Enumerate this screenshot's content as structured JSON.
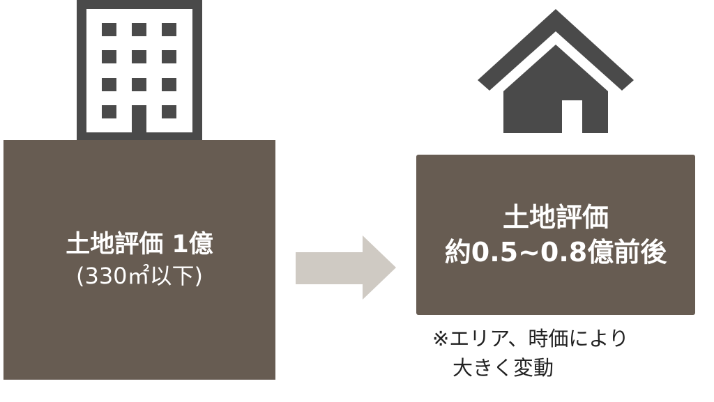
{
  "colors": {
    "box": "#675c52",
    "icon": "#4a4a4a",
    "arrow": "#cfcac3"
  },
  "left": {
    "icon": "building-icon",
    "line1": "土地評価 1億",
    "line2": "(330㎡以下)"
  },
  "arrow": {
    "icon": "arrow-right-icon"
  },
  "right": {
    "icon": "house-icon",
    "line1": "土地評価",
    "line2": "約0.5~0.8億前後"
  },
  "note": {
    "line1": "※エリア、時価により",
    "line2": "　大きく変動"
  }
}
